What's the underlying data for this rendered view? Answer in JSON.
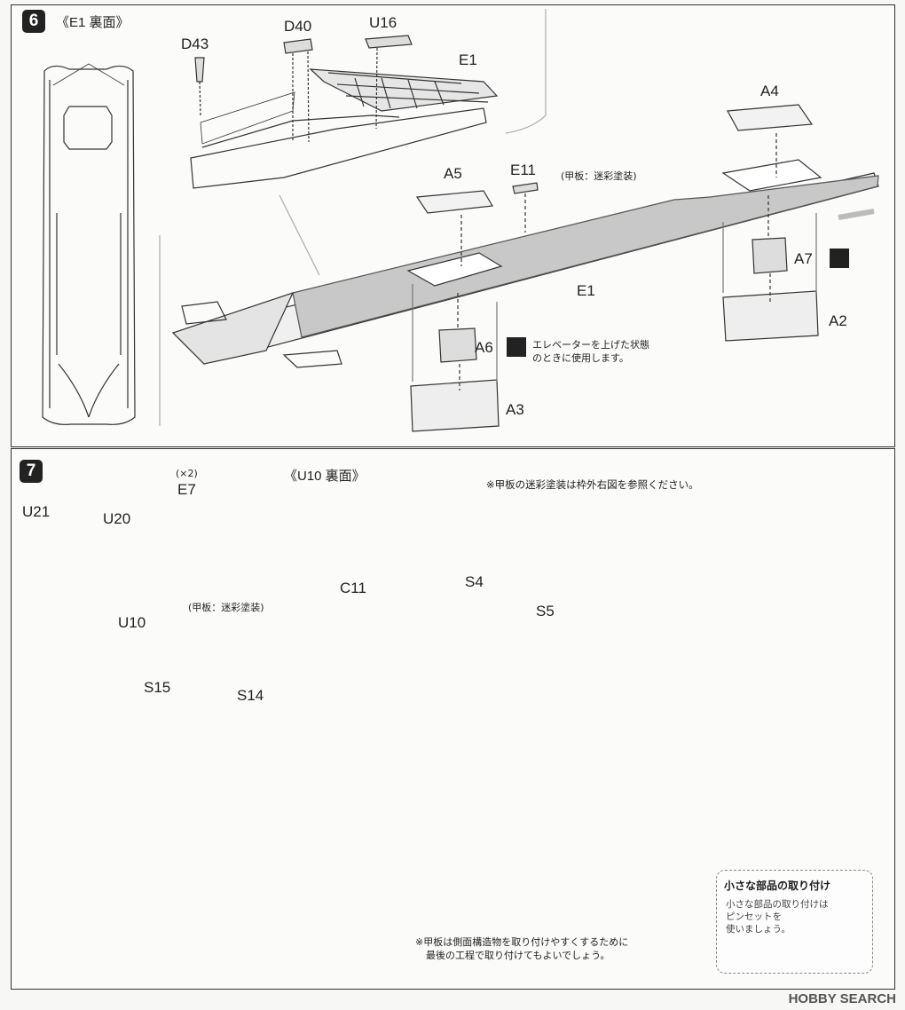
{
  "step6": {
    "number": "6",
    "rear_view_title": "《E1 裏面》",
    "labels": {
      "d43": "D43",
      "d40": "D40",
      "u16": "U16",
      "e1_top": "E1",
      "a4": "A4",
      "a5": "A5",
      "e11": "E11",
      "e1_main": "E1",
      "a7": "A7",
      "a2": "A2",
      "a6": "A6",
      "a3": "A3"
    },
    "deck_paint_note": "(甲板：迷彩塗装)",
    "elevator_note_line1": "エレベーターを上げた状態",
    "elevator_note_line2": "のときに使用します。"
  },
  "step7": {
    "number": "7",
    "rear_view_title": "《U10 裏面》",
    "labels": {
      "x2": "(×2)",
      "e7": "E7",
      "u21": "U21",
      "u20": "U20",
      "u10": "U10",
      "c11": "C11",
      "s4": "S4",
      "s5": "S5",
      "s15": "S15",
      "s14": "S14"
    },
    "deck_paint_note": "(甲板：迷彩塗装)",
    "camo_reference_note": "※甲板の迷彩塗装は枠外右図を参照ください。",
    "deck_note_line1": "※甲板は側面構造物を取り付けやすくするために",
    "deck_note_line2": "最後の工程で取り付けてもよいでしょう。",
    "tip": {
      "title": "小さな部品の取り付け",
      "line1": "小さな部品の取り付けは",
      "line2": "ピンセットを",
      "line3": "使いましょう。"
    }
  },
  "watermark": "HOBBY SEARCH"
}
